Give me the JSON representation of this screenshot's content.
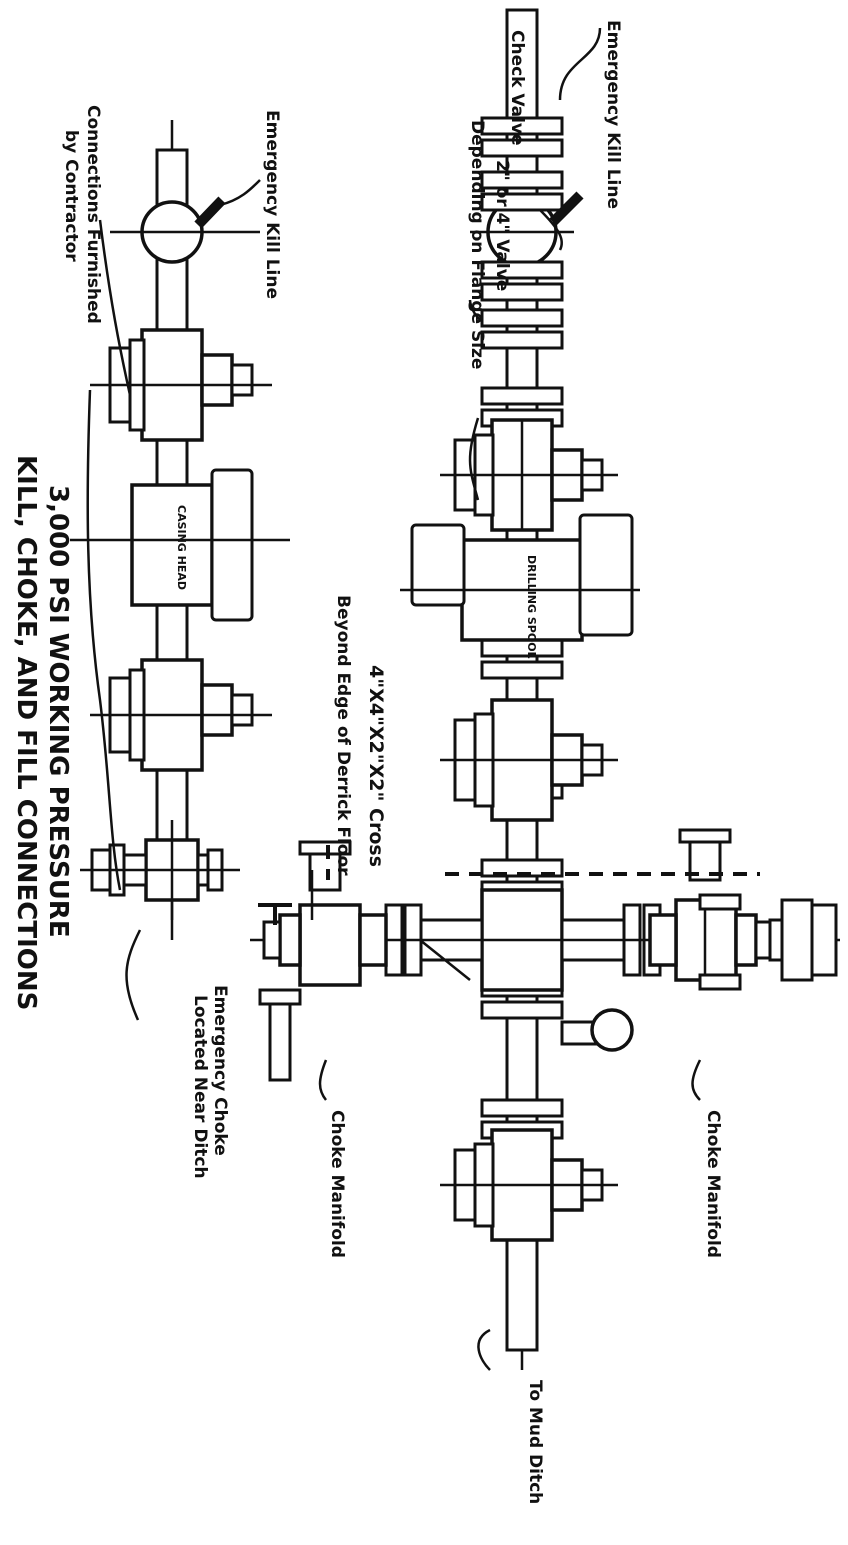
{
  "title": "3,000 PSI WORKING PRESSURE",
  "subtitle": "KILL, CHOKE, AND FILL CONNECTIONS",
  "labels": {
    "emergency_kill_line_top": "Emergency Kill Line",
    "check_valve": "Check Valve",
    "valve_size_1": "2\" or 4\" Valve",
    "valve_size_2": "Depending on Flange Size",
    "drilling_spool": "DRILLING SPOOL",
    "casing_head": "CASING HEAD",
    "emergency_kill_line_bottom": "Emergency Kill Line",
    "connections_1": "Connections Furnished",
    "connections_2": "by Contractor",
    "cross": "4\"X4\"X2\"X2\" Cross",
    "derrick_floor": "Beyond Edge of Derrick Floor",
    "emergency_choke_1": "Emergency Choke",
    "emergency_choke_2": "Located Near Ditch",
    "choke_manifold_top": "Choke Manifold",
    "choke_manifold_bottom": "Choke Manifold",
    "mud_ditch": "To Mud Ditch"
  },
  "colors": {
    "ink": "#111111",
    "paper": "#ffffff"
  }
}
